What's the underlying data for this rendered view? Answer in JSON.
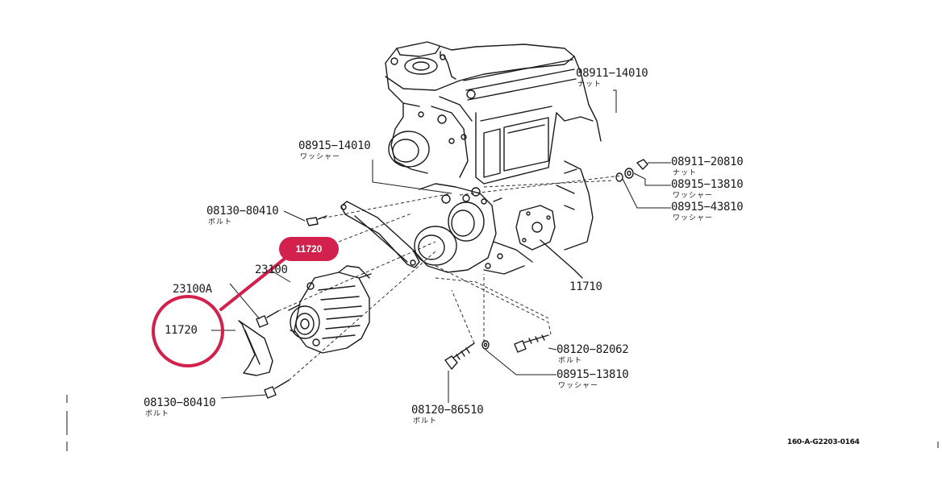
{
  "accent_color": "#d1214c",
  "callout": {
    "label": "11720"
  },
  "labels": {
    "p08911_14010": {
      "code": "08911−14010",
      "desc": "ナット"
    },
    "p08915_14010": {
      "code": "08915−14010",
      "desc": "ワッシャー"
    },
    "p08130_80410_top": {
      "code": "08130−80410",
      "desc": "ボルト"
    },
    "p08911_20810": {
      "code": "08911−20810",
      "desc": "ナット"
    },
    "p08915_13810_top": {
      "code": "08915−13810",
      "desc": "ワッシャー"
    },
    "p08915_43810": {
      "code": "08915−43810",
      "desc": "ワッシャー"
    },
    "p11710": {
      "code": "11710"
    },
    "p23100": {
      "code": "23100"
    },
    "p23100A": {
      "code": "23100A"
    },
    "p11720": {
      "code": "11720"
    },
    "p08120_82062": {
      "code": "08120−82062",
      "desc": "ボルト"
    },
    "p08915_13810_bottom": {
      "code": "08915−13810",
      "desc": "ワッシャー"
    },
    "p08130_80410_bottom": {
      "code": "08130−80410",
      "desc": "ボルト"
    },
    "p08120_86510": {
      "code": "08120−86510",
      "desc": "ボルト"
    }
  },
  "figure_code": "160-A-G2203-0164"
}
